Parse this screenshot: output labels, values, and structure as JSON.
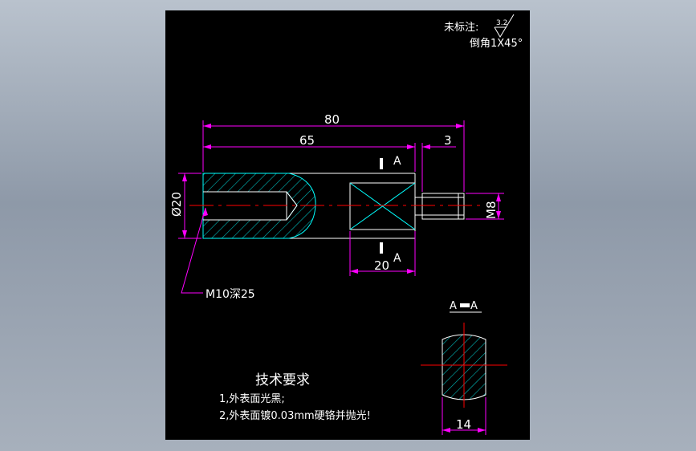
{
  "notes": {
    "unmarked_label": "未标注:",
    "roughness_value": "3.2",
    "chamfer": "倒角1X45°"
  },
  "dimensions": {
    "overall_length": "80",
    "body_length": "65",
    "shoulder": "3",
    "diameter": "Ø20",
    "thread": "M8",
    "flat_width": "20",
    "section_width": "14",
    "hole_callout": "M10深25"
  },
  "section": {
    "marker": "A",
    "title_left": "A",
    "title_right": "A"
  },
  "requirements": {
    "title": "技术要求",
    "items": [
      "1,外表面光黑;",
      "2,外表面镀0.03mm硬铬并抛光!"
    ]
  },
  "colors": {
    "dimension": "#ff00ff",
    "outline": "#ffffff",
    "hatch": "#00ffff",
    "centerline": "#ff0000"
  }
}
